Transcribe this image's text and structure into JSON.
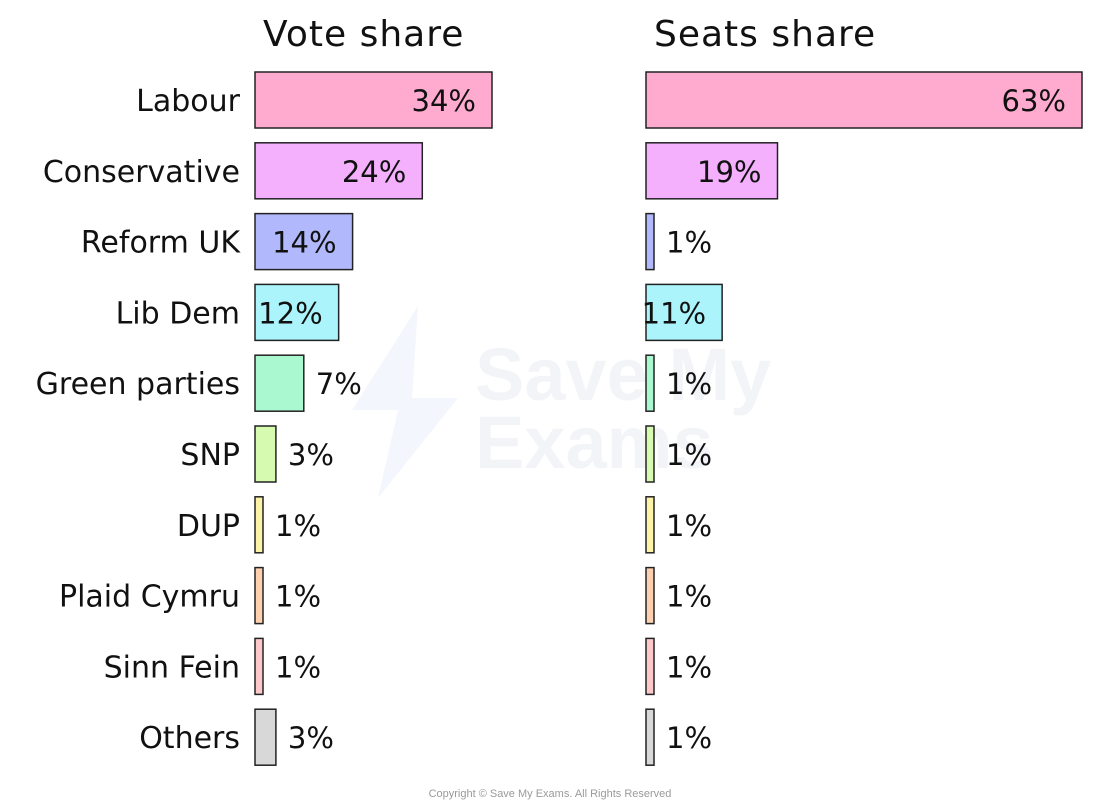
{
  "copyright": "Copyright © Save My Exams. All Rights Reserved",
  "watermark": [
    "Save My",
    "Exams"
  ],
  "chart_data": {
    "type": "bar",
    "orientation": "horizontal",
    "grid": false,
    "legend": "none",
    "categories": [
      "Labour",
      "Conservative",
      "Reform UK",
      "Lib Dem",
      "Green parties",
      "SNP",
      "DUP",
      "Plaid Cymru",
      "Sinn Fein",
      "Others"
    ],
    "colors": [
      "#ffaacf",
      "#f4b0fc",
      "#b1b8fb",
      "#abf4fb",
      "#aaf8cf",
      "#d6fbb0",
      "#fdf3a8",
      "#fdd1b0",
      "#fcc8ca",
      "#d8d8d8"
    ],
    "panels": [
      {
        "title": "Vote share",
        "values": [
          34,
          24,
          14,
          12,
          7,
          3,
          1,
          1,
          1,
          3
        ],
        "labels": [
          "34%",
          "24%",
          "14%",
          "12%",
          "7%",
          "3%",
          "1%",
          "1%",
          "1%",
          "3%"
        ],
        "xlim": [
          0,
          34
        ]
      },
      {
        "title": "Seats share",
        "values": [
          63,
          19,
          1,
          11,
          1,
          1,
          1,
          1,
          1,
          1
        ],
        "labels": [
          "63%",
          "19%",
          "1%",
          "11%",
          "1%",
          "1%",
          "1%",
          "1%",
          "1%",
          "1%"
        ],
        "xlim": [
          0,
          63
        ]
      }
    ]
  }
}
